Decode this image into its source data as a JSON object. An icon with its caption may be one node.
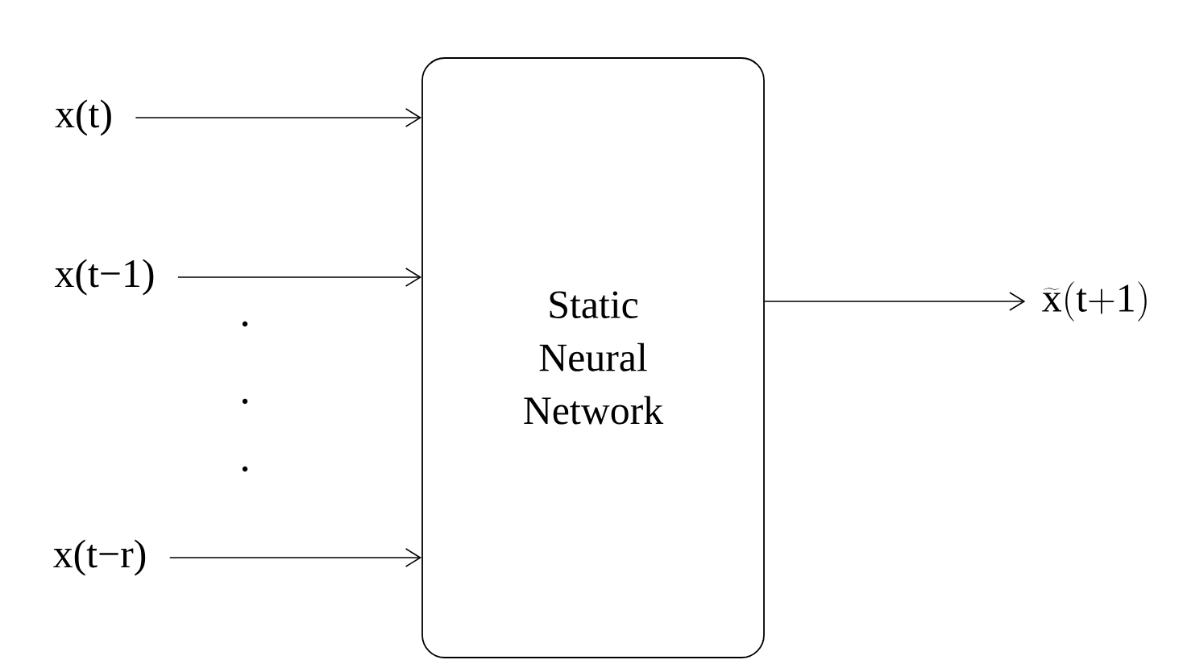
{
  "diagram": {
    "nodes": [
      {
        "text": [
          "x(t)"
        ]
      },
      {
        "text": [
          "x(t−1)"
        ]
      },
      {
        "text": [
          "x(t−r)"
        ]
      },
      {
        "text": [
          "Static Neural Network"
        ]
      },
      {
        "text": [
          "\\widetilde{\\mathrm{x}}\\mathrm{(t{+}1)}"
        ]
      }
    ],
    "edges": [
      {
        "from": 0,
        "to": 3,
        "arrow": "to"
      },
      {
        "from": 1,
        "to": 3,
        "arrow": "to"
      },
      {
        "from": 2,
        "to": 3,
        "arrow": "to"
      },
      {
        "from": 3,
        "to": 4,
        "arrow": "to"
      }
    ]
  }
}
